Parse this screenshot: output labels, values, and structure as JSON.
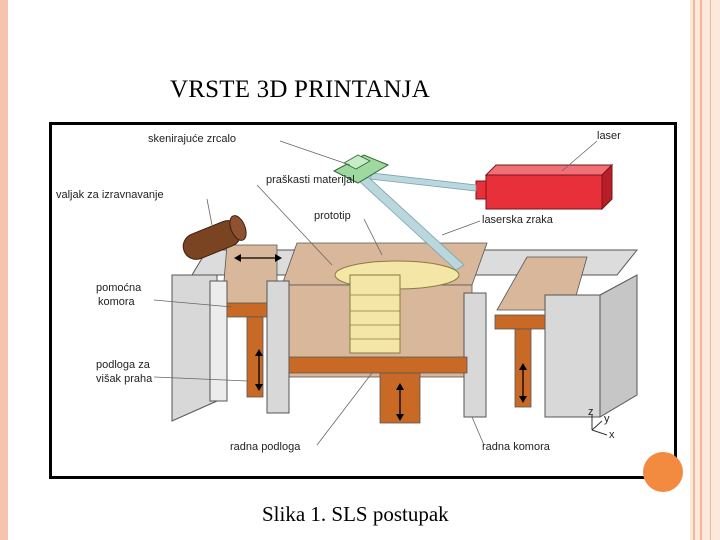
{
  "slide": {
    "title": "VRSTE 3D PRINTANJA",
    "caption": "Slika 1.  SLS postupak"
  },
  "diagram": {
    "labels": {
      "mirror": "skenirajuće zrcalo",
      "laser": "laser",
      "powder": "praškasti materijal",
      "roller": "valjak za izravnavanje",
      "prototype": "prototip",
      "laser_beam": "laserska zraka",
      "aux_chamber_1": "pomoćna",
      "aux_chamber_2": "komora",
      "excess_base_1": "podloga za",
      "excess_base_2": "višak praha",
      "work_base": "radna podloga",
      "work_chamber": "radna komora"
    },
    "axes": {
      "z": "z",
      "y": "y",
      "x": "x"
    },
    "colors": {
      "laser_body": "#e8303a",
      "powder": "#d9b79a",
      "prototype": "#f3e6a6",
      "piston": "#c86a26",
      "roller": "#7a4322",
      "mirror": "#9fd9a0",
      "beam": "#b9d7dc",
      "wall": "#d8d8d8"
    }
  }
}
